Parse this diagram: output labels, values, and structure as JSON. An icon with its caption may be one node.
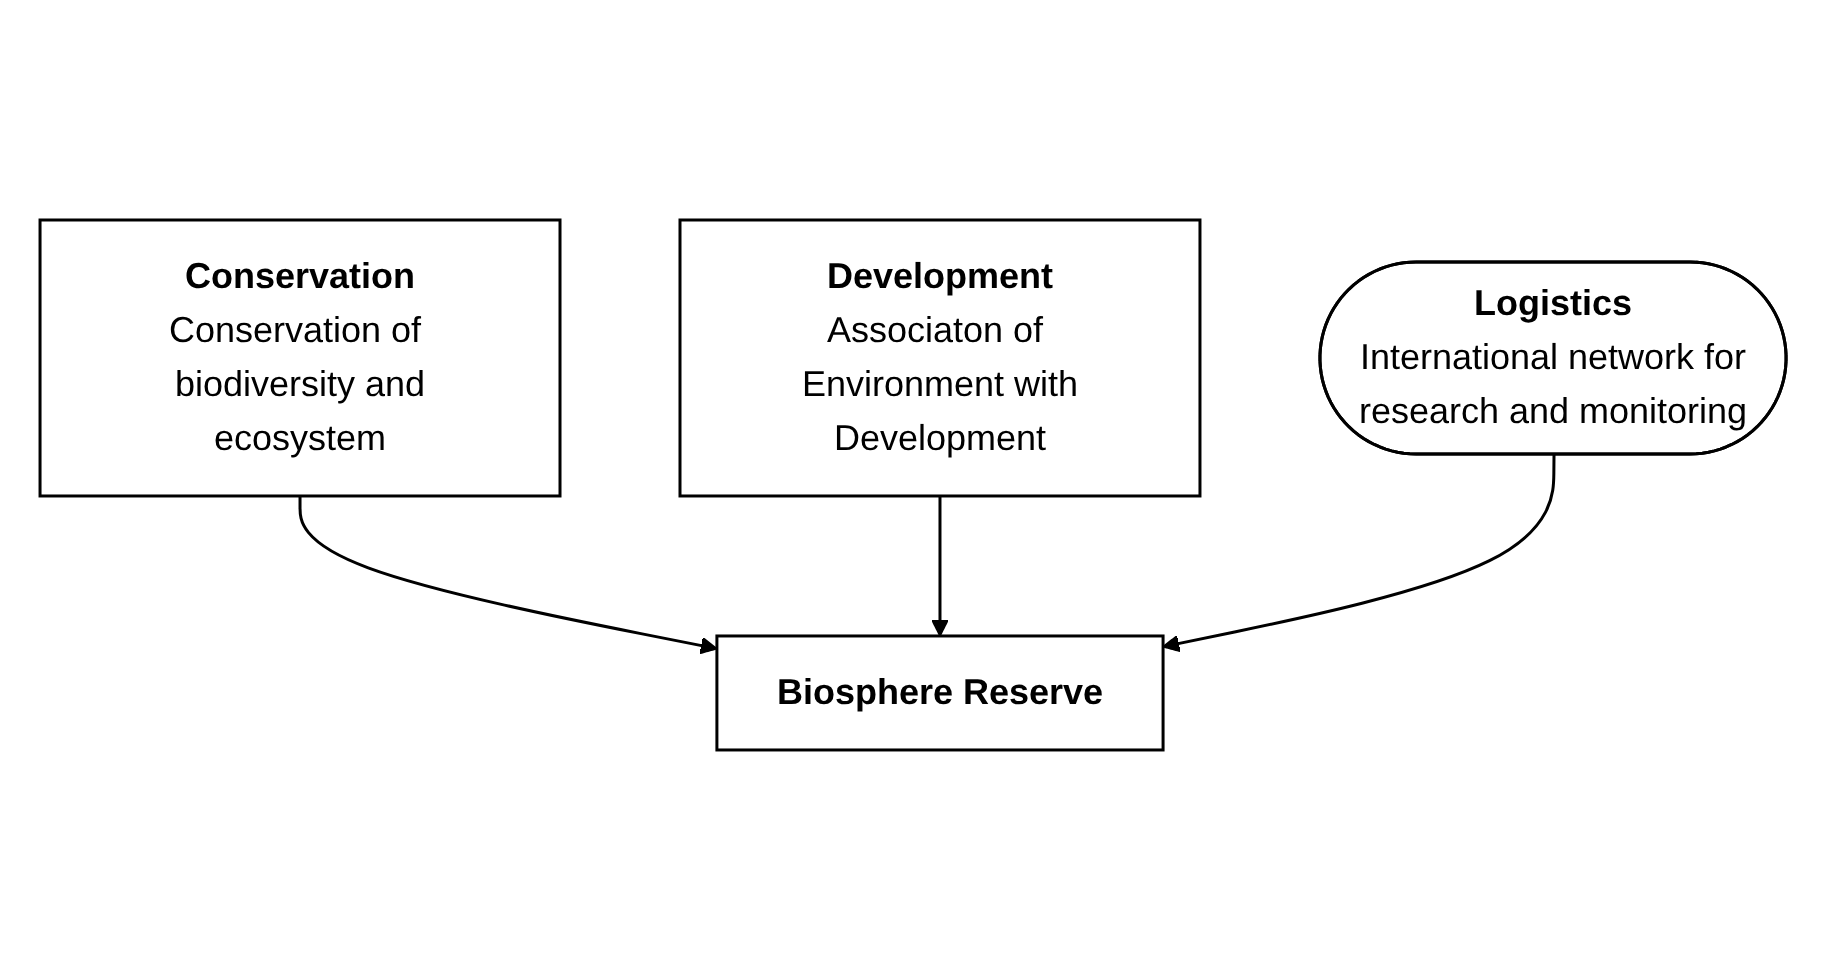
{
  "diagram": {
    "nodes": [
      {
        "text": [
          "Conservation",
          "Conservation of biodiversity and ecosystem"
        ]
      },
      {
        "text": [
          "Development",
          "Associaton of Environment with Development"
        ]
      },
      {
        "text": [
          "Biosphere Reserve"
        ]
      },
      {
        "text": [
          "Logistics",
          "International network for research and monitoring"
        ]
      }
    ],
    "edges": [
      {
        "from": 0,
        "to": 2,
        "arrow": "to"
      },
      {
        "from": 1,
        "to": 2,
        "arrow": "to"
      },
      {
        "from": 3,
        "to": 2,
        "arrow": "to"
      }
    ]
  }
}
